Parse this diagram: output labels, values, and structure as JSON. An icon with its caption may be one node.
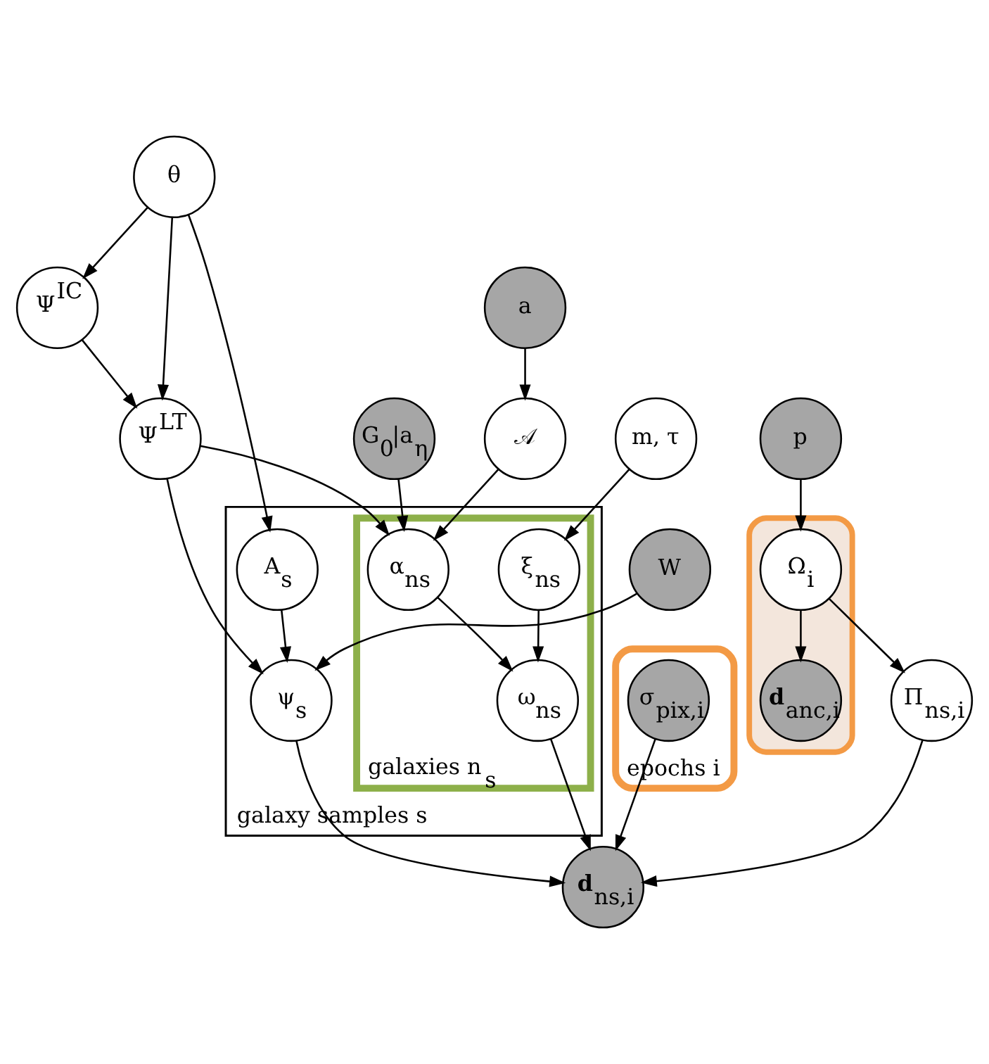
{
  "diagram": {
    "nodes": [
      {
        "text": [],
        "shape": "box"
      },
      {
        "text": [
          "p"
        ]
      },
      {
        "text": [
          "**d**$_{anc,i}$"
        ],
        "in": 0
      },
      {
        "text": [
          "Ψ$^{IC}$"
        ]
      },
      {
        "text": [
          "θ"
        ]
      },
      {
        "text": [
          "a"
        ]
      },
      {
        "text": [
          "G$_{0}$|a$_{η}$"
        ]
      },
      {
        "text": [
          "Ω$_{i}$"
        ],
        "in": 0
      },
      {
        "text": [
          "Ψ$^{LT}$"
        ]
      },
      {
        "text": [
          "galaxy samples s"
        ]
      },
      {
        "text": [
          "galaxies n$_{s}$"
        ],
        "in": 9
      },
      {
        "text": [
          "epochs i"
        ]
      },
      {
        "text": [
          "𝒜"
        ]
      },
      {
        "text": [
          "α$_{ns}$"
        ],
        "in": 10
      },
      {
        "text": [
          "Π$_{ns,i}$"
        ]
      },
      {
        "text": [
          "m, τ"
        ]
      },
      {
        "text": [
          "ξ$_{ns}$"
        ],
        "in": 10
      },
      {
        "text": [
          "ω$_{ns}$"
        ],
        "in": 10
      },
      {
        "text": [
          "**d**$_{ns,i}$"
        ]
      },
      {
        "text": [
          "ψ$_{s}$"
        ],
        "in": 9
      },
      {
        "text": [
          "A$_{s}$"
        ],
        "in": 9
      },
      {
        "text": [
          "σ$_{pix,i}$"
        ],
        "in": 11
      },
      {
        "text": [
          "W"
        ]
      }
    ],
    "edges": [
      {
        "from": 5,
        "to": 12,
        "arrow": "to"
      },
      {
        "from": 1,
        "to": 7,
        "arrow": "to"
      },
      {
        "from": 7,
        "to": 2,
        "arrow": "to"
      },
      {
        "from": 4,
        "to": 3,
        "arrow": "to"
      },
      {
        "from": 4,
        "to": 8,
        "arrow": "to"
      },
      {
        "from": 3,
        "to": 8,
        "arrow": "to"
      },
      {
        "from": 8,
        "to": 13,
        "arrow": "to"
      },
      {
        "from": 8,
        "to": 19,
        "arrow": "to"
      },
      {
        "from": 6,
        "to": 13,
        "arrow": "to"
      },
      {
        "from": 7,
        "to": 14,
        "arrow": "to"
      },
      {
        "from": 12,
        "to": 13,
        "arrow": "to"
      },
      {
        "from": 13,
        "to": 17,
        "arrow": "to"
      },
      {
        "from": 14,
        "to": 18,
        "arrow": "to"
      },
      {
        "from": 15,
        "to": 16,
        "arrow": "to"
      },
      {
        "from": 16,
        "to": 17,
        "arrow": "to"
      },
      {
        "from": 17,
        "to": 18,
        "arrow": "to"
      },
      {
        "from": 19,
        "to": 18,
        "arrow": "to"
      },
      {
        "from": 20,
        "to": 19,
        "arrow": "to"
      },
      {
        "from": 4,
        "to": 20,
        "arrow": "to"
      },
      {
        "from": 21,
        "to": 18,
        "arrow": "to"
      },
      {
        "from": 22,
        "to": 19,
        "arrow": "to"
      }
    ]
  }
}
